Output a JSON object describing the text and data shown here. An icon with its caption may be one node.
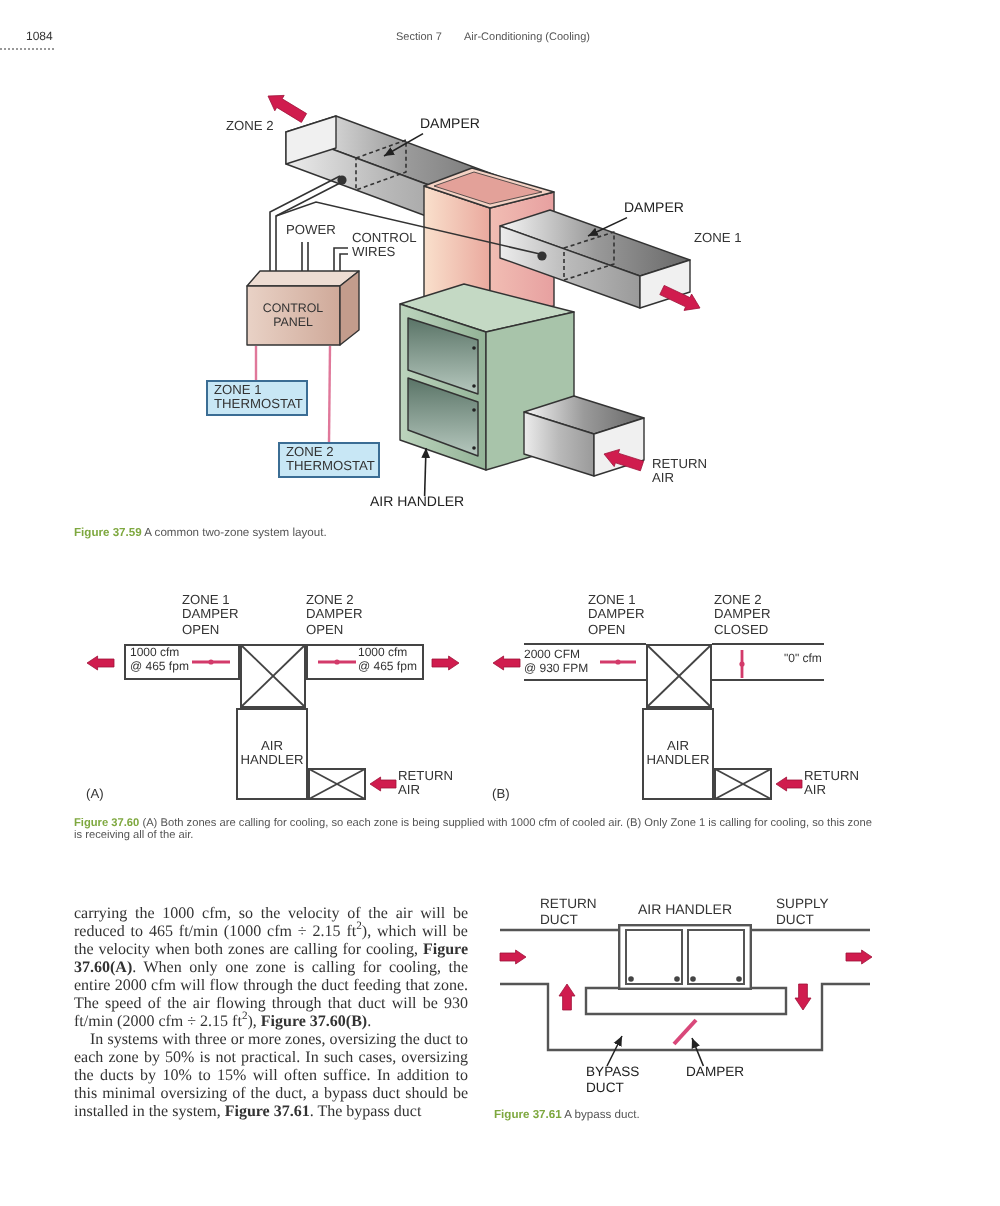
{
  "diagram": {
    "nodes": [
      {
        "text": [
          "DAMPER"
        ]
      },
      {
        "text": [
          "DAMPER"
        ]
      },
      {
        "text": [
          "CONTROL PANEL"
        ]
      },
      {
        "text": [
          "ZONE 1 THERMOSTAT"
        ]
      },
      {
        "text": [
          "ZONE 2 THERMOSTAT"
        ]
      },
      {
        "text": [
          "AIR HANDLER"
        ]
      },
      {
        "text": [
          "1000 cfm @ 465 fpm"
        ],
        "beside": [
          "ZONE 1 DAMPER OPEN"
        ]
      },
      {
        "text": [],
        "shape": "box"
      },
      {
        "text": [
          "1000 cfm @ 465 fpm"
        ],
        "beside": [
          "ZONE 2 DAMPER OPEN"
        ]
      },
      {
        "text": [
          "AIR HANDLER"
        ]
      },
      {
        "text": [],
        "shape": "box"
      },
      {
        "text": [],
        "shape": "box"
      },
      {
        "text": [
          "AIR HANDLER"
        ]
      },
      {
        "text": [],
        "shape": "box"
      },
      {
        "text": [
          "AIR HANDLER"
        ]
      },
      {
        "text": [
          "BYPASS DUCT"
        ]
      },
      {
        "text": [
          "DAMPER"
        ]
      }
    ],
    "edges": [
      {
        "from": 0,
        "to": null,
        "arrow": "to"
      },
      {
        "from": 1,
        "to": null,
        "arrow": "to"
      },
      {
        "from": 2,
        "to": 3,
        "arrow": "none",
        "color": "#e0789a"
      },
      {
        "from": 2,
        "to": 4,
        "arrow": "none",
        "color": "#e0789a"
      },
      {
        "from": 5,
        "to": null,
        "arrow": "to"
      },
      {
        "from": 15,
        "to": null,
        "arrow": "to"
      },
      {
        "from": 16,
        "to": null,
        "arrow": "to"
      }
    ],
    "labels": [
      "1084",
      "Section 7",
      "Air-Conditioning (Cooling)",
      "ZONE 2",
      "POWER",
      "CONTROL WIRES",
      "ZONE 1",
      "RETURN AIR",
      "**Figure 37.59** A common two-zone system layout.",
      "(A)",
      "RETURN AIR",
      "ZONE 1 DAMPER OPEN",
      "ZONE 2 DAMPER CLOSED",
      "2000 CFM @ 930 FPM",
      "\"0\" cfm",
      "(B)",
      "RETURN AIR",
      "**Figure 37.60** (A) Both zones are calling for cooling, so each zone is being supplied with 1000 cfm of cooled air. (B) Only Zone 1 is calling for cooling, so this zone is receiving all of the air.",
      "carrying the 1000 cfm, so the velocity of the air will be reduced to 465 ft/min (1000 cfm ÷ 2.15 ft$^{2}$), which will be the velocity when both zones are calling for cooling, **Figure 37.60(A)**. When only one zone is calling for cooling, the entire 2000 cfm will flow through the duct feeding that zone. The speed of the air flowing through that duct will be 930 ft/min (2000 cfm ÷ 2.15 ft$^{2}$), **Figure 37.60(B)**.",
      "In systems with three or more zones, oversizing the duct to each zone by 50% is not practical. In such cases, oversizing the ducts by 10% to 15% will often suffice. In addition to this minimal oversizing of the duct, a bypass duct should be installed in the system, **Figure 37.61**. The bypass duct",
      "RETURN DUCT",
      "SUPPLY DUCT",
      "**Figure 37.61** A bypass duct."
    ]
  }
}
